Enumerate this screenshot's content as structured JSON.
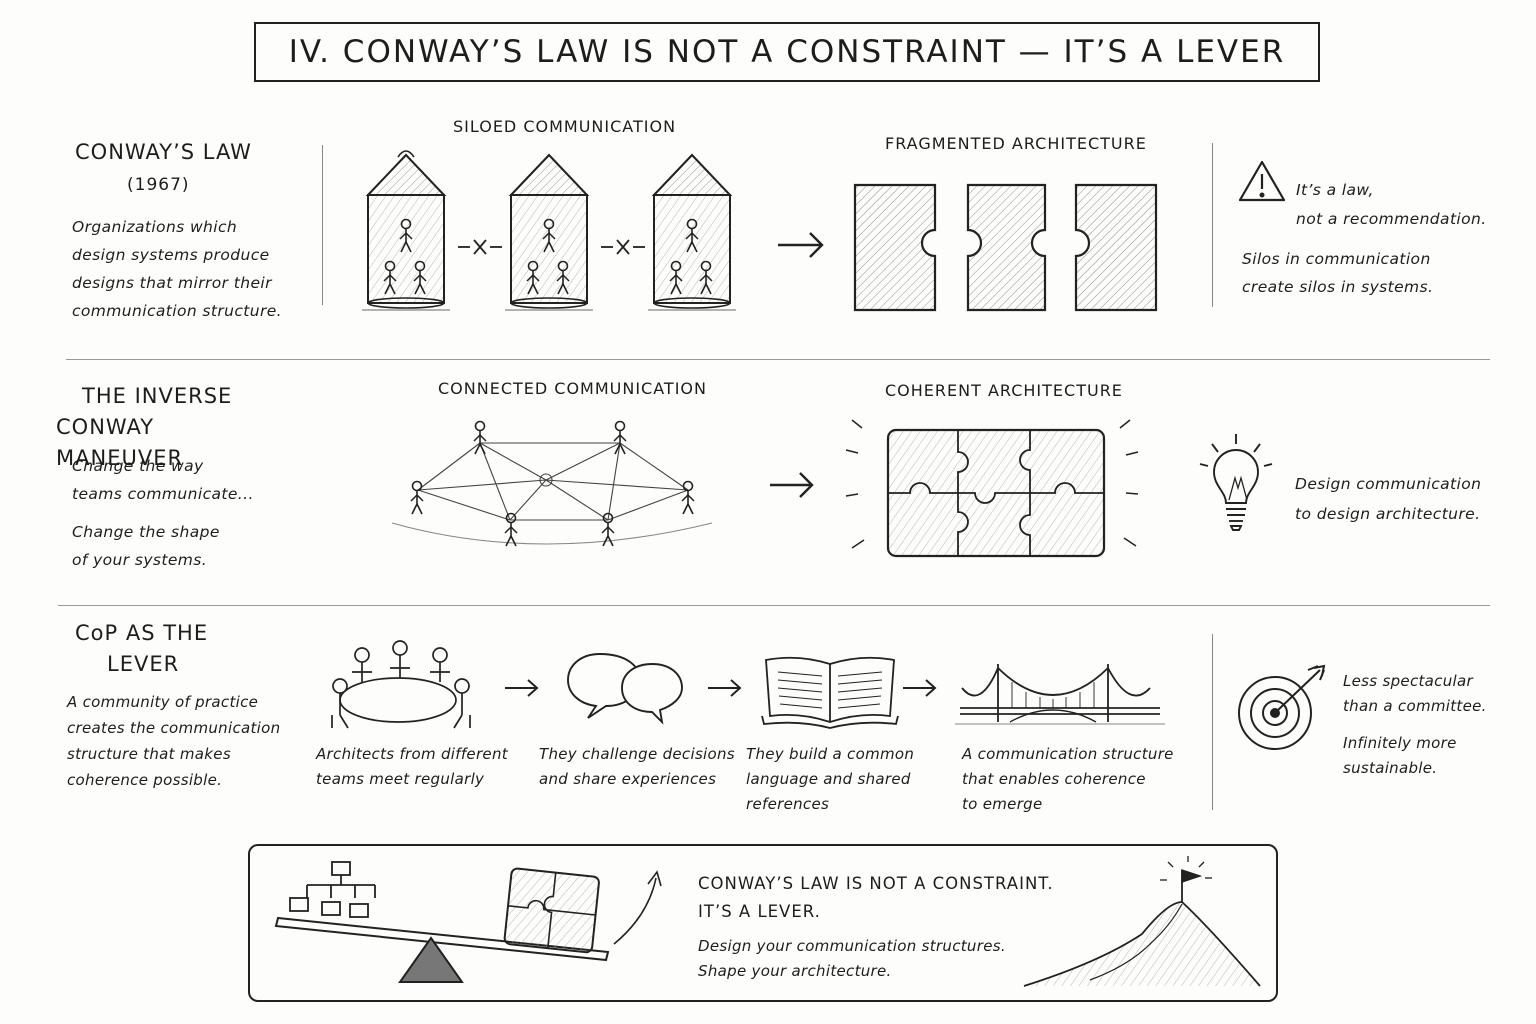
{
  "title": "IV. CONWAY’S LAW IS NOT A CONSTRAINT — IT’S A LEVER",
  "row1": {
    "heading": "CONWAY’S LAW",
    "year": "(1967)",
    "desc": [
      "Organizations which",
      "design systems produce",
      "designs that mirror their",
      "communication structure."
    ],
    "siloed_label": "SILOED COMMUNICATION",
    "fragmented_label": "FRAGMENTED ARCHITECTURE",
    "side_line1": "It’s a law,",
    "side_line2": "not a recommendation.",
    "side_line3": "Silos in communication",
    "side_line4": "create silos in systems."
  },
  "row2": {
    "heading_line1": "THE INVERSE",
    "heading_line2": "CONWAY MANEUVER",
    "desc": [
      "Change the way",
      "teams communicate...",
      "Change the shape",
      "of your systems."
    ],
    "connected_label": "CONNECTED COMMUNICATION",
    "coherent_label": "COHERENT ARCHITECTURE",
    "side_line1": "Design communication",
    "side_line2": "to design architecture."
  },
  "row3": {
    "heading_line1": "CoP AS THE",
    "heading_line2": "LEVER",
    "desc": [
      "A community of practice",
      "creates the communication",
      "structure that makes",
      "coherence possible."
    ],
    "steps": [
      {
        "line1": "Architects from different",
        "line2": "teams meet regularly",
        "line3": ""
      },
      {
        "line1": "They challenge decisions",
        "line2": "and share experiences",
        "line3": ""
      },
      {
        "line1": "They build a common",
        "line2": "language and shared",
        "line3": "references"
      },
      {
        "line1": "A communication structure",
        "line2": "that enables coherence",
        "line3": "to emerge"
      }
    ],
    "side_line1": "Less spectacular",
    "side_line2": "than a committee.",
    "side_line3": "Infinitely more",
    "side_line4": "sustainable."
  },
  "bottom": {
    "line1": "CONWAY’S LAW IS NOT A CONSTRAINT.",
    "line2": "IT’S A LEVER.",
    "line3": "Design your communication structures.",
    "line4": "Shape your architecture."
  },
  "icons": [
    "silo-icon",
    "puzzle-piece-icon",
    "network-icon",
    "puzzle-icon",
    "warning-icon",
    "lightbulb-icon",
    "round-table-icon",
    "speech-bubbles-icon",
    "open-book-icon",
    "bridge-icon",
    "target-icon",
    "seesaw-icon",
    "org-chart-icon",
    "mountain-flag-icon"
  ]
}
